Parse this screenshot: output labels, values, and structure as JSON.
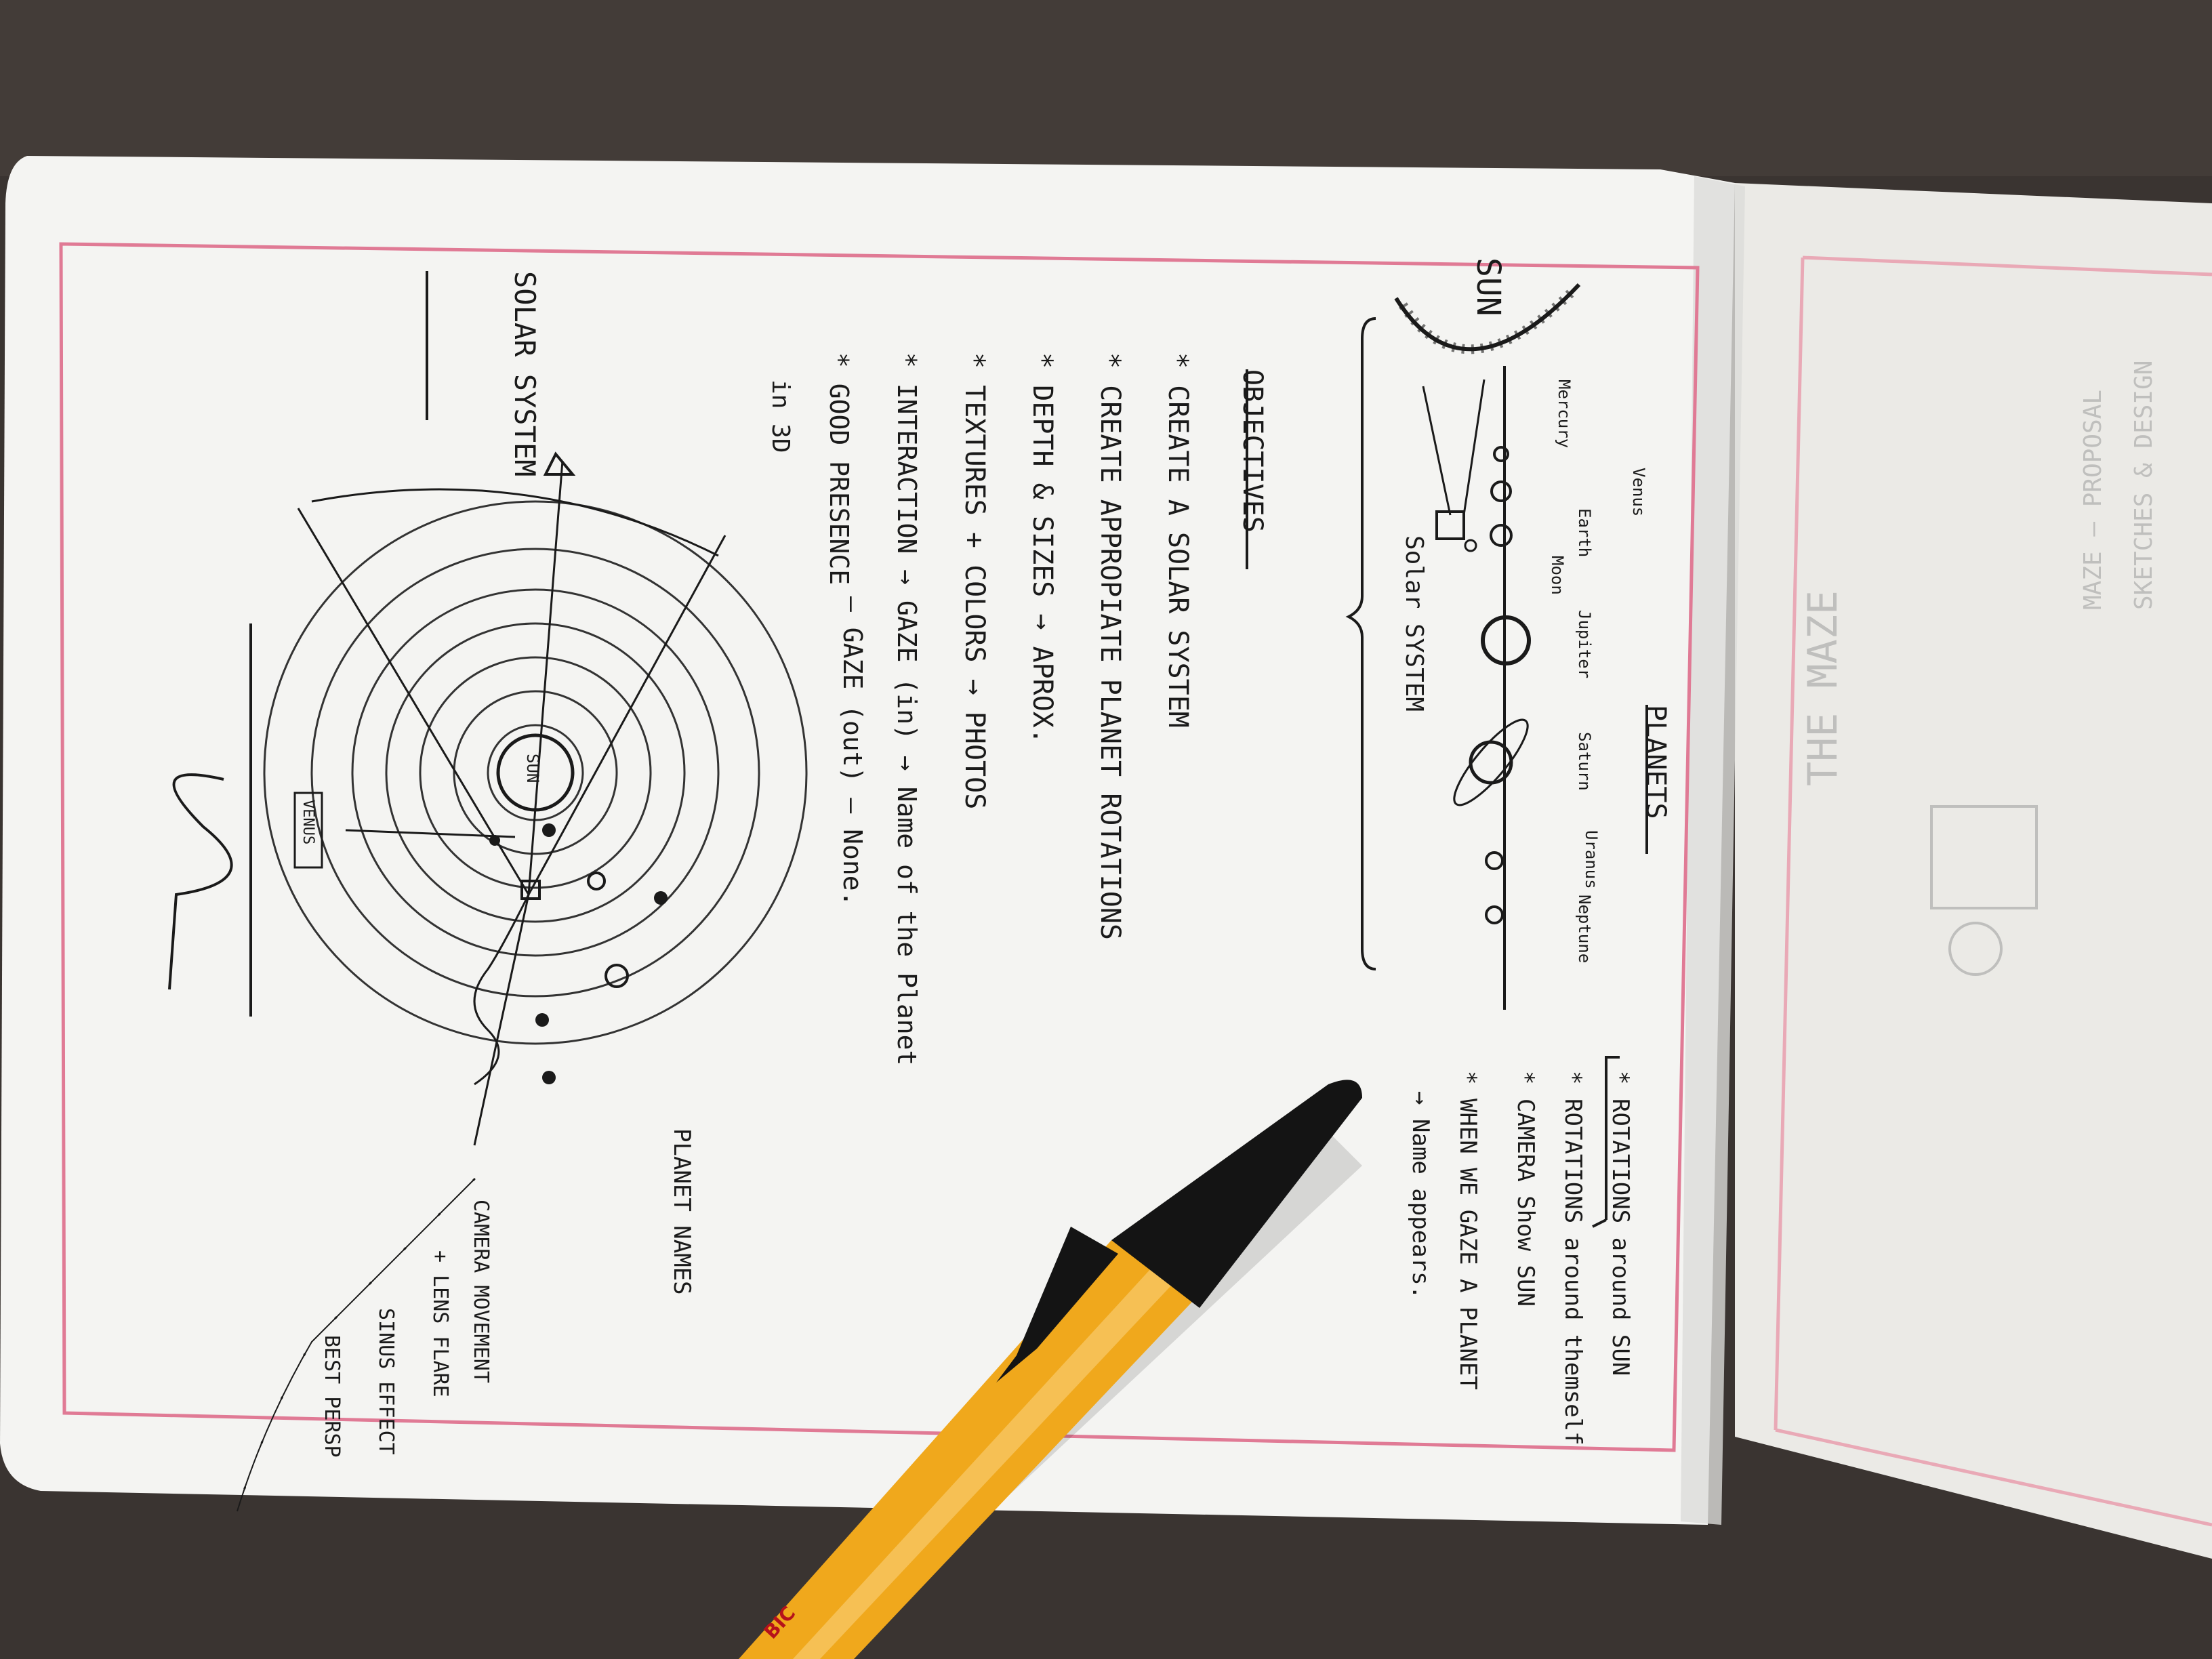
{
  "colors": {
    "carpet": "#3a3431",
    "paper": "#f4f4f2",
    "margin_line": "#e07a95",
    "ink": "#1a1a1a",
    "pen_body": "#f0a81c",
    "pen_cap": "#141414"
  },
  "left_page": {
    "planets_section": {
      "heading": "PLANETS",
      "sun_label": "SUN",
      "planet_labels": [
        "Mercury",
        "Venus",
        "Earth",
        "Moon",
        "Jupiter",
        "Saturn",
        "Uranus",
        "Neptune"
      ],
      "brace_label": "Solar SYSTEM",
      "notes": [
        "* ROTATIONS around SUN",
        "* ROTATIONS around themself",
        "* CAMERA Show SUN",
        "* WHEN WE GAZE A PLANET",
        "→ Name appears."
      ]
    },
    "objectives": {
      "heading": "OBJECTIVES",
      "items": [
        "* CREATE A SOLAR SYSTEM",
        "* CREATE APPROPIATE PLANET ROTATIONS",
        "* DEPTH & SIZES → APROX.",
        "* TEXTURES + COLORS → PHOTOS",
        "* INTERACTION → GAZE (in) → Name of the Planet",
        "— GAZE (out) — None.",
        "* GOOD PRESENCE",
        "in 3D"
      ]
    },
    "solar_system_sketch": {
      "heading": "SOLAR SYSTEM",
      "sun_label": "SUN",
      "venus_label": "VENUS",
      "planet_names_label": "PLANET NAMES",
      "notes": [
        "CAMERA MOVEMENT",
        "+ LENS FLARE",
        "SINUS EFFECT",
        "BEST PERSP"
      ]
    }
  },
  "right_page": {
    "faint_text_lines": [
      "THE MAZE",
      "MAZE — PROPOSAL",
      "SKETCHES & DESIGN"
    ]
  },
  "pen": {
    "brand": "BIC",
    "color": "orange"
  }
}
